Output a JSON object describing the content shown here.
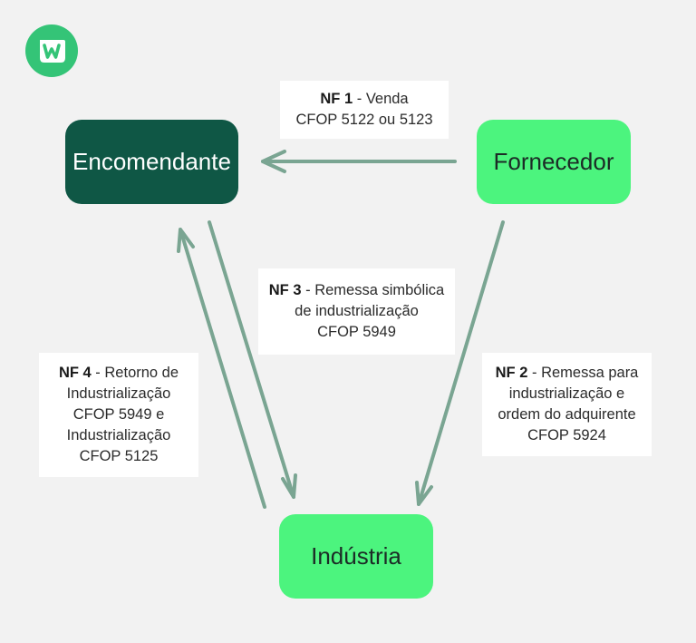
{
  "logo": {
    "icon": "w-logo-icon",
    "color": "#34c477"
  },
  "nodes": {
    "encomendante": "Encomendante",
    "fornecedor": "Fornecedor",
    "industria": "Indústria"
  },
  "labels": {
    "nf1": {
      "code": "NF 1",
      "sep": " - ",
      "lines": [
        "Venda",
        "CFOP 5122 ou 5123"
      ]
    },
    "nf3": {
      "code": "NF 3",
      "sep": " - ",
      "lines": [
        "Remessa simbólica",
        "de industrialização",
        "CFOP 5949"
      ]
    },
    "nf4": {
      "code": "NF 4",
      "sep": " - ",
      "lines": [
        "Retorno de",
        "Industrialização",
        "CFOP 5949 e",
        "Industrialização",
        "CFOP 5125"
      ]
    },
    "nf2": {
      "code": "NF 2",
      "sep": " - ",
      "lines": [
        "Remessa para",
        "industrialização e",
        "ordem do adquirente",
        "CFOP 5924"
      ]
    }
  },
  "colors": {
    "dark_node": "#0f5745",
    "light_node": "#4cf47e",
    "arrow": "#7aa592",
    "background": "#f2f2f2"
  }
}
